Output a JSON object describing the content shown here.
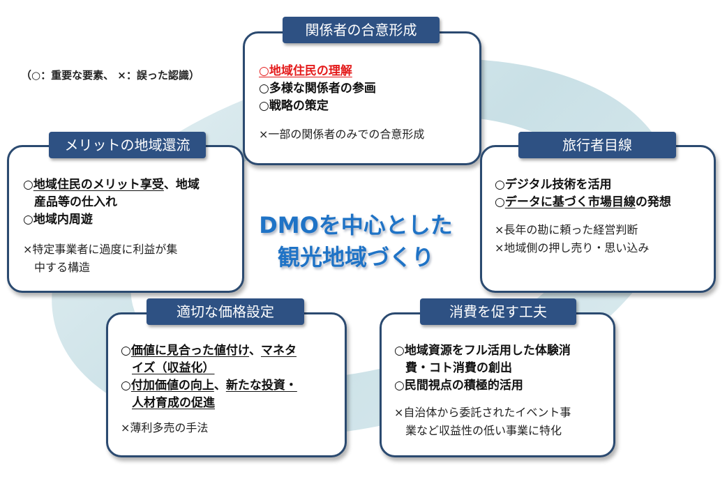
{
  "legend": "（○：重要な要素、 ×：誤った認識）",
  "center": {
    "line1": "DMOを中心とした",
    "line2": "観光地域づくり"
  },
  "boxes": {
    "consensus": {
      "title": "関係者の合意形成",
      "item1": "○地域住民の理解",
      "item2": "○多様な関係者の参画",
      "item3": "○戦略の策定",
      "neg1": "×一部の関係者のみでの合意形成"
    },
    "benefit": {
      "title": "メリットの地域還流",
      "item1a": "○",
      "item1b": "地域住民のメリット享受",
      "item1c": "、地域",
      "item1d": "産品等の仕入れ",
      "item2": "○地域内周遊",
      "neg1": "×特定事業者に過度に利益が集",
      "neg2": "中する構造"
    },
    "traveler": {
      "title": "旅行者目線",
      "item1": "○デジタル技術を活用",
      "item2a": "○",
      "item2b": "データに基づく市場目線",
      "item2c": "の発想",
      "neg1": "×長年の勘に頼った経営判断",
      "neg2": "×地域側の押し売り・思い込み"
    },
    "pricing": {
      "title": "適切な価格設定",
      "item1a": "○",
      "item1b": "価値に見合った値付け",
      "item1c": "、",
      "item1d": "マネタ",
      "item1e": "イズ（収益化）",
      "item2a": "○",
      "item2b": "付加価値の向上",
      "item2c": "、",
      "item2d": "新たな投資・",
      "item2e": "人材育成の促進",
      "neg1": "×薄利多売の手法"
    },
    "consumption": {
      "title": "消費を促す工夫",
      "item1a": "○地域資源をフル活用した体験消",
      "item1b": "費・コト消費の創出",
      "item2": "○民間視点の積極的活用",
      "neg1": "×自治体から委託されたイベント事",
      "neg2": "業など収益性の低い事業に特化"
    }
  }
}
